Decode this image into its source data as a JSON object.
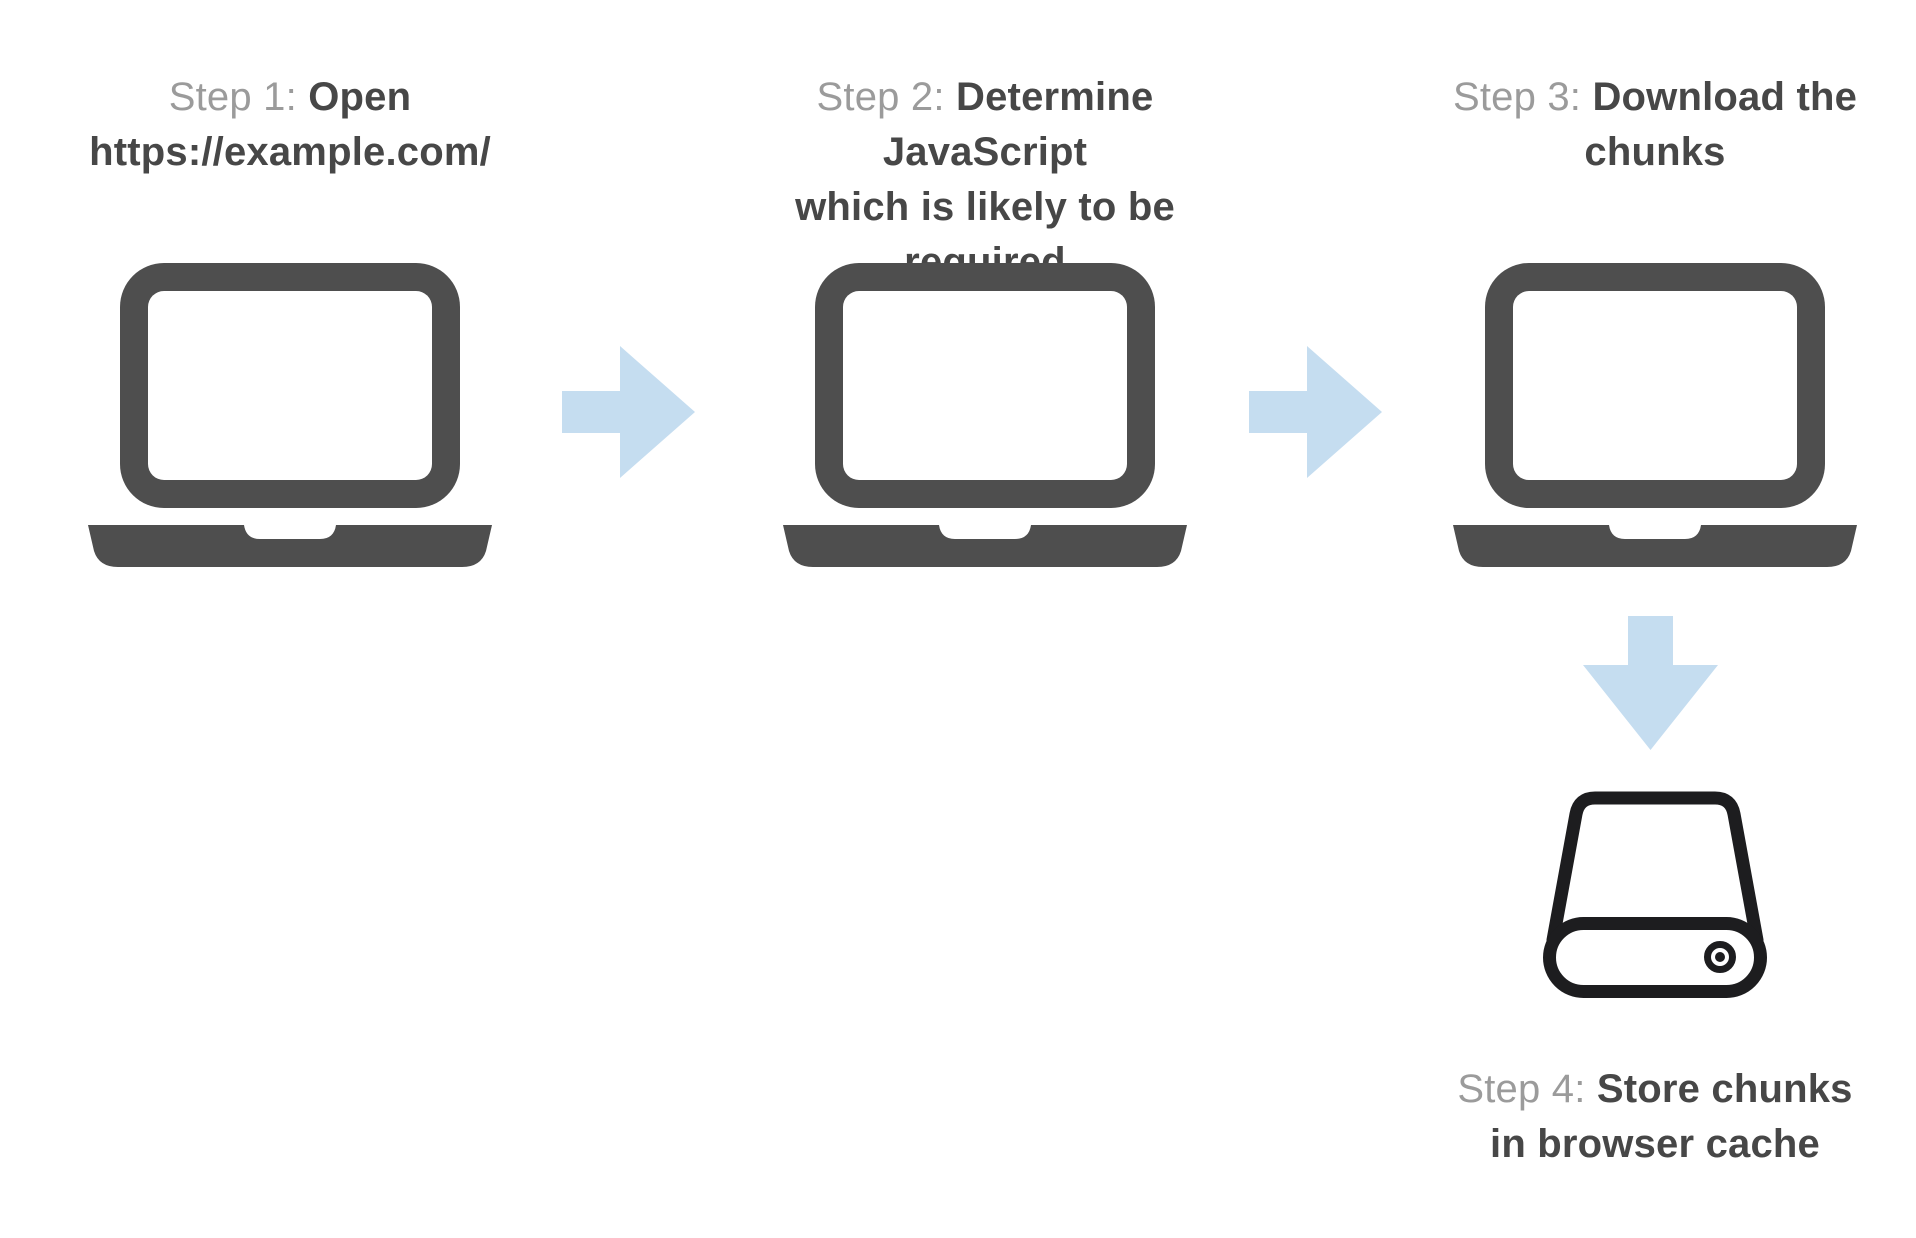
{
  "diagram": {
    "description": "Four-step flow of loading JavaScript chunks into browser cache",
    "colors": {
      "laptop_gray": "#4e4e4e",
      "title_dark": "#474747",
      "step_prefix_gray": "#9b9b9b",
      "arrow_blue": "#c5ddf0",
      "drive_outline_black": "#1d1d1f",
      "background": "#ffffff"
    },
    "steps": [
      {
        "prefix": "Step 1: ",
        "title_line1": "Open",
        "title_line2": "https://example.com/",
        "icon": "laptop-icon"
      },
      {
        "prefix": "Step 2: ",
        "title_line1": "Determine JavaScript",
        "title_line2": "which is likely to be required",
        "icon": "laptop-icon"
      },
      {
        "prefix": "Step 3: ",
        "title_line1": "Download the",
        "title_line2": "chunks",
        "icon": "laptop-icon"
      },
      {
        "prefix": "Step 4: ",
        "title_line1": "Store chunks",
        "title_line2": "in browser cache",
        "icon": "hard-drive-icon"
      }
    ],
    "connectors": [
      {
        "from": "step-1",
        "to": "step-2",
        "direction": "right"
      },
      {
        "from": "step-2",
        "to": "step-3",
        "direction": "right"
      },
      {
        "from": "step-3",
        "to": "step-4",
        "direction": "down"
      }
    ]
  }
}
